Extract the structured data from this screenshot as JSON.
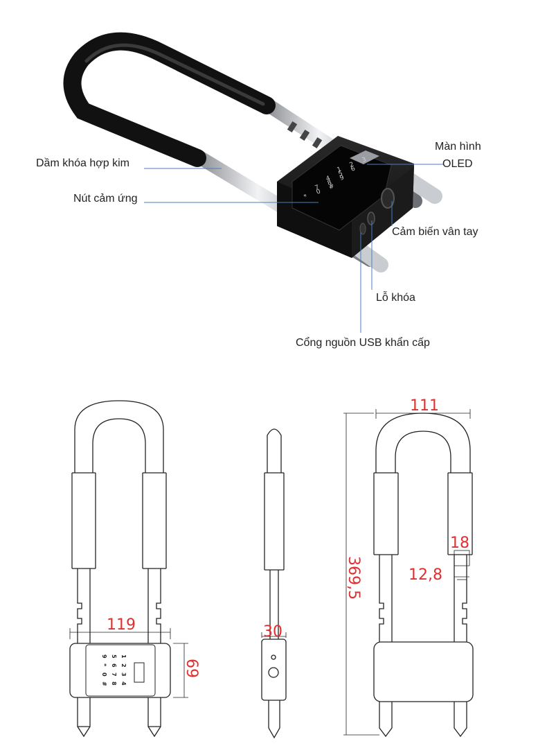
{
  "callouts": {
    "alloy_beam": "Dầm khóa hợp kim",
    "touch_button": "Nút cảm ứng",
    "screen_line1": "Màn hình",
    "screen_line2": "OLED",
    "fingerprint_sensor": "Cảm biến vân tay",
    "keyhole": "Lỗ khóa",
    "usb_port": "Cổng nguồn USB khẩn cấp"
  },
  "keypad_keys": [
    "1",
    "2",
    "3",
    "4",
    "5",
    "6",
    "7",
    "8",
    "9",
    "*",
    "0",
    "#"
  ],
  "dimensions": {
    "front_width": "119",
    "front_height": "69",
    "side_depth": "30",
    "total_width": "111",
    "total_height": "369,5",
    "shackle_outer": "18",
    "shackle_inner": "12,8"
  },
  "colors": {
    "dimension": "#e03030",
    "lock_body": "#141414",
    "callout_line": "#4a7ec0"
  }
}
